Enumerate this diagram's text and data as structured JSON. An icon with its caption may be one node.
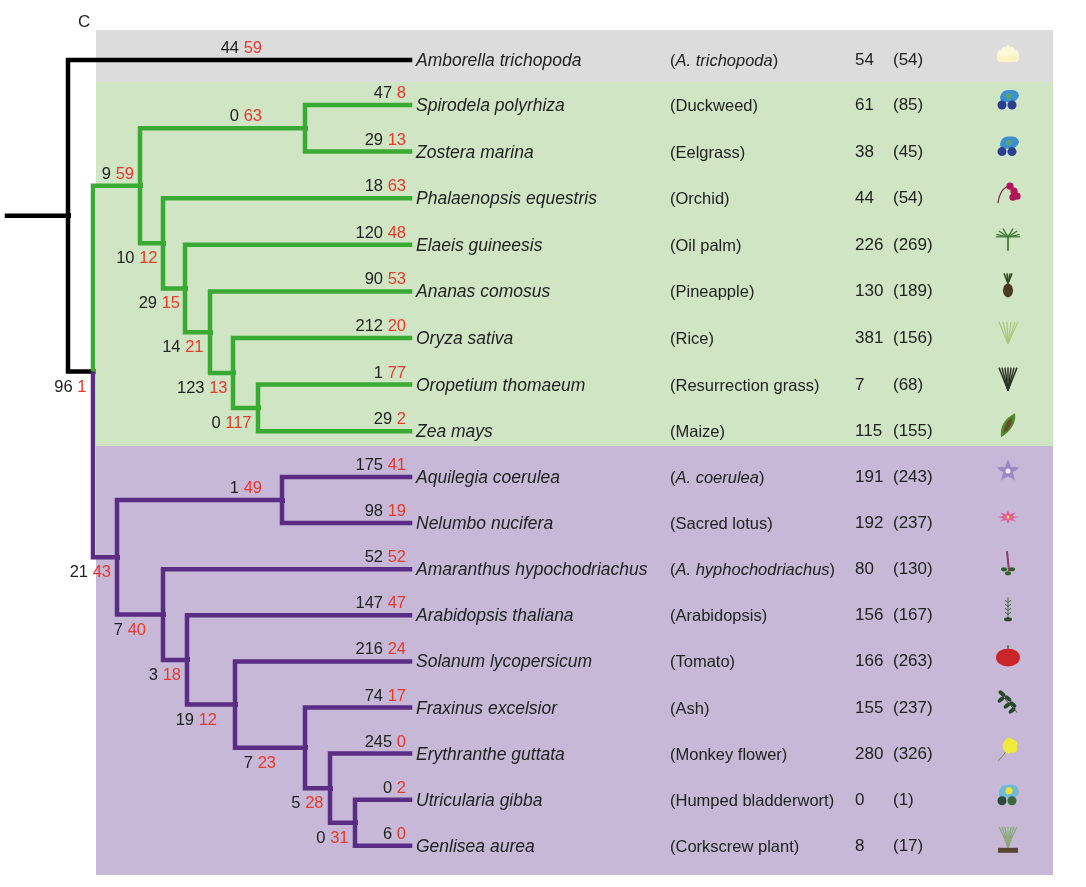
{
  "diagram": {
    "nodes": [
      {
        "text": [],
        "shape": "band"
      },
      {
        "text": [
          "Amborella trichopoda"
        ],
        "in": 0
      },
      {
        "text": [],
        "shape": "band"
      },
      {
        "text": [
          "Spirodela polyrhiza"
        ],
        "in": 2
      },
      {
        "text": [
          "Zostera marina"
        ],
        "in": 2
      },
      {
        "text": [
          "Phalaenopsis equestris"
        ],
        "in": 2
      },
      {
        "text": [
          "Elaeis guineesis"
        ],
        "in": 2
      },
      {
        "text": [
          "Ananas comosus"
        ],
        "in": 2
      },
      {
        "text": [
          "Oryza sativa"
        ],
        "in": 2
      },
      {
        "text": [
          "Oropetium thomaeum"
        ],
        "in": 2
      },
      {
        "text": [
          "Zea mays"
        ],
        "in": 2
      },
      {
        "text": [],
        "shape": "band"
      },
      {
        "text": [
          "Aquilegia coerulea"
        ],
        "in": 11
      },
      {
        "text": [
          "Nelumbo nucifera"
        ],
        "in": 11
      },
      {
        "text": [
          "Amaranthus hypochodriachus"
        ],
        "in": 11
      },
      {
        "text": [
          "Arabidopsis thaliana"
        ],
        "in": 11
      },
      {
        "text": [
          "Solanum lycopersicum"
        ],
        "in": 11
      },
      {
        "text": [
          "Fraxinus excelsior"
        ],
        "in": 11
      },
      {
        "text": [
          "Erythranthe guttata"
        ],
        "in": 11
      },
      {
        "text": [
          "Utricularia gibba"
        ],
        "in": 11
      },
      {
        "text": [
          "Genlisea aurea"
        ],
        "in": 11
      },
      {
        "text": [],
        "shape": "point"
      },
      {
        "text": [],
        "shape": "point"
      },
      {
        "text": [],
        "shape": "point",
        "in": 2
      },
      {
        "text": [],
        "shape": "point",
        "in": 2
      },
      {
        "text": [],
        "shape": "point",
        "in": 2
      },
      {
        "text": [],
        "shape": "point",
        "in": 2
      },
      {
        "text": [],
        "shape": "point",
        "in": 2
      },
      {
        "text": [],
        "shape": "point",
        "in": 2
      },
      {
        "text": [],
        "shape": "point",
        "in": 2
      },
      {
        "text": [],
        "shape": "point",
        "in": 11
      },
      {
        "text": [],
        "shape": "point",
        "in": 11
      },
      {
        "text": [],
        "shape": "point",
        "in": 11
      },
      {
        "text": [],
        "shape": "point",
        "in": 11
      },
      {
        "text": [],
        "shape": "point",
        "in": 11
      },
      {
        "text": [],
        "shape": "point",
        "in": 11
      },
      {
        "text": [],
        "shape": "point",
        "in": 11
      },
      {
        "text": [],
        "shape": "point",
        "in": 11
      }
    ],
    "edges": [
      {
        "from": null,
        "to": 21,
        "arrow": "none",
        "color": "#000000"
      },
      {
        "from": 21,
        "to": 1,
        "arrow": "none",
        "label": "44 59",
        "color": "#000000"
      },
      {
        "from": 21,
        "to": 22,
        "arrow": "none",
        "label": "96 1",
        "color": "#000000"
      },
      {
        "from": 22,
        "to": 23,
        "arrow": "none",
        "label": "9 59",
        "color": "#3aaa35"
      },
      {
        "from": 23,
        "to": 24,
        "arrow": "none",
        "label": "0 63",
        "color": "#3aaa35"
      },
      {
        "from": 24,
        "to": 3,
        "arrow": "none",
        "label": "47 8",
        "color": "#3aaa35"
      },
      {
        "from": 24,
        "to": 4,
        "arrow": "none",
        "label": "29 13",
        "color": "#3aaa35"
      },
      {
        "from": 23,
        "to": 25,
        "arrow": "none",
        "label": "10 12",
        "color": "#3aaa35"
      },
      {
        "from": 25,
        "to": 5,
        "arrow": "none",
        "label": "18 63",
        "color": "#3aaa35"
      },
      {
        "from": 25,
        "to": 26,
        "arrow": "none",
        "label": "29 15",
        "color": "#3aaa35"
      },
      {
        "from": 26,
        "to": 6,
        "arrow": "none",
        "label": "120 48",
        "color": "#3aaa35"
      },
      {
        "from": 26,
        "to": 27,
        "arrow": "none",
        "label": "14 21",
        "color": "#3aaa35"
      },
      {
        "from": 27,
        "to": 7,
        "arrow": "none",
        "label": "90 53",
        "color": "#3aaa35"
      },
      {
        "from": 27,
        "to": 28,
        "arrow": "none",
        "label": "123 13",
        "color": "#3aaa35"
      },
      {
        "from": 28,
        "to": 8,
        "arrow": "none",
        "label": "212 20",
        "color": "#3aaa35"
      },
      {
        "from": 28,
        "to": 29,
        "arrow": "none",
        "label": "0 117",
        "color": "#3aaa35"
      },
      {
        "from": 29,
        "to": 9,
        "arrow": "none",
        "label": "1 77",
        "color": "#3aaa35"
      },
      {
        "from": 29,
        "to": 10,
        "arrow": "none",
        "label": "29 2",
        "color": "#3aaa35"
      },
      {
        "from": 22,
        "to": 30,
        "arrow": "none",
        "label": "21 43"
      },
      {
        "from": 30,
        "to": 31,
        "arrow": "none",
        "label": "1 49"
      },
      {
        "from": 31,
        "to": 12,
        "arrow": "none",
        "label": "175 41"
      },
      {
        "from": 31,
        "to": 13,
        "arrow": "none",
        "label": "98 19"
      },
      {
        "from": 30,
        "to": 32,
        "arrow": "none",
        "label": "7 40"
      },
      {
        "from": 32,
        "to": 14,
        "arrow": "none",
        "label": "52 52"
      },
      {
        "from": 32,
        "to": 33,
        "arrow": "none",
        "label": "3 18"
      },
      {
        "from": 33,
        "to": 15,
        "arrow": "none",
        "label": "147 47"
      },
      {
        "from": 33,
        "to": 34,
        "arrow": "none",
        "label": "19 12"
      },
      {
        "from": 34,
        "to": 16,
        "arrow": "none",
        "label": "216 24"
      },
      {
        "from": 34,
        "to": 35,
        "arrow": "none",
        "label": "7 23"
      },
      {
        "from": 35,
        "to": 17,
        "arrow": "none",
        "label": "74 17"
      },
      {
        "from": 35,
        "to": 36,
        "arrow": "none",
        "label": "5 28"
      },
      {
        "from": 36,
        "to": 18,
        "arrow": "none",
        "label": "245 0"
      },
      {
        "from": 36,
        "to": 37,
        "arrow": "none",
        "label": "0 31"
      },
      {
        "from": 37,
        "to": 19,
        "arrow": "none",
        "label": "0 2"
      },
      {
        "from": 37,
        "to": 20,
        "arrow": "none",
        "label": "6 0"
      }
    ],
    "labels": [
      "C",
      "(*A. trichopoda*)",
      "54",
      "(54)",
      "(Duckweed)",
      "61",
      "(85)",
      "(Eelgrass)",
      "38",
      "(45)",
      "(Orchid)",
      "44",
      "(54)",
      "(Oil palm)",
      "226",
      "(269)",
      "(Pineapple)",
      "130",
      "(189)",
      "(Rice)",
      "381",
      "(156)",
      "(Resurrection grass)",
      "7",
      "(68)",
      "(Maize)",
      "115",
      "(155)",
      "(*A. coerulea*)",
      "191",
      "(243)",
      "(Sacred lotus)",
      "192",
      "(237)",
      "(*A. hyphochodriachus*)",
      "80",
      "(130)",
      "(Arabidopsis)",
      "156",
      "(167)",
      "(Tomato)",
      "166",
      "(263)",
      "(Ash)",
      "155",
      "(237)",
      "(Monkey flower)",
      "280",
      "(326)",
      "(Humped bladderwort)",
      "0",
      "(1)",
      "(Corkscrew plant)",
      "8",
      "(17)"
    ]
  }
}
